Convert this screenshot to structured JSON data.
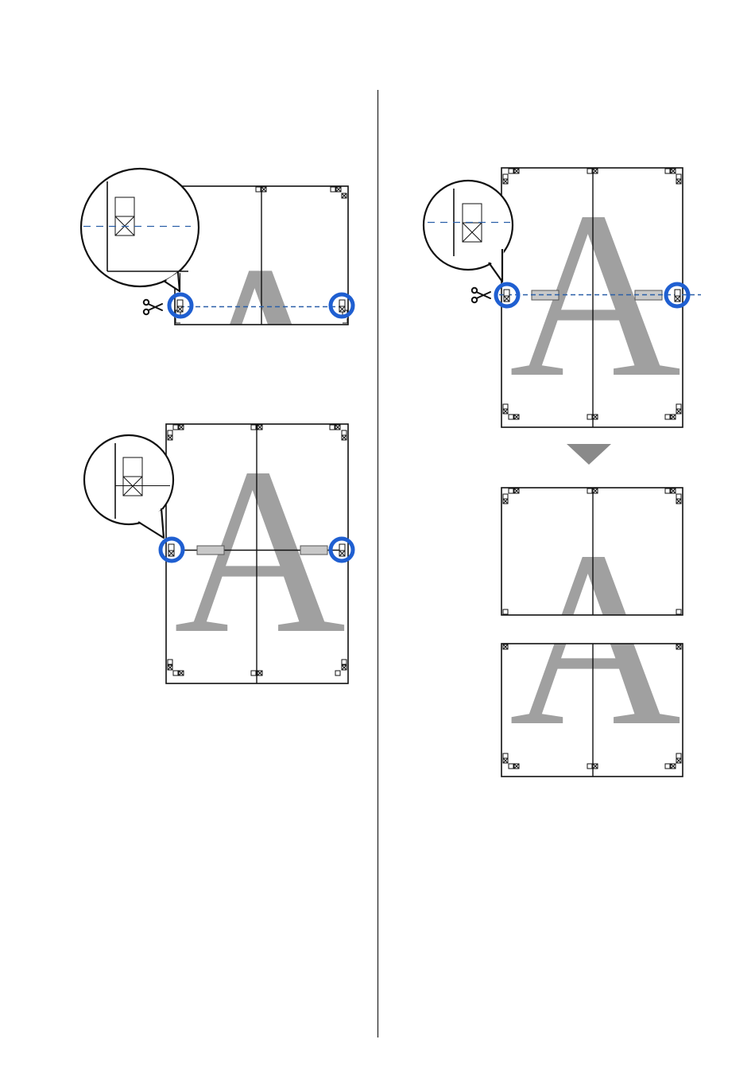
{
  "diagram": {
    "glyph": "A",
    "colors": {
      "line": "#111111",
      "letter": "#a0a0a0",
      "marker": "#1f5fd1",
      "cut_line": "#2a5fa8",
      "tape_fill": "#c8c8c8",
      "tape_stroke": "#555555",
      "arrow": "#8a8a8a",
      "divider": "#222222"
    },
    "icons": [
      "scissors-icon",
      "magnifier-callout-icon",
      "crop-mark-icon",
      "down-arrow-icon"
    ],
    "steps": [
      {
        "name": "step-cut-top-sheet"
      },
      {
        "name": "step-overlap-sheets"
      },
      {
        "name": "step-tape-and-cut"
      },
      {
        "name": "step-result-sheets"
      }
    ]
  }
}
